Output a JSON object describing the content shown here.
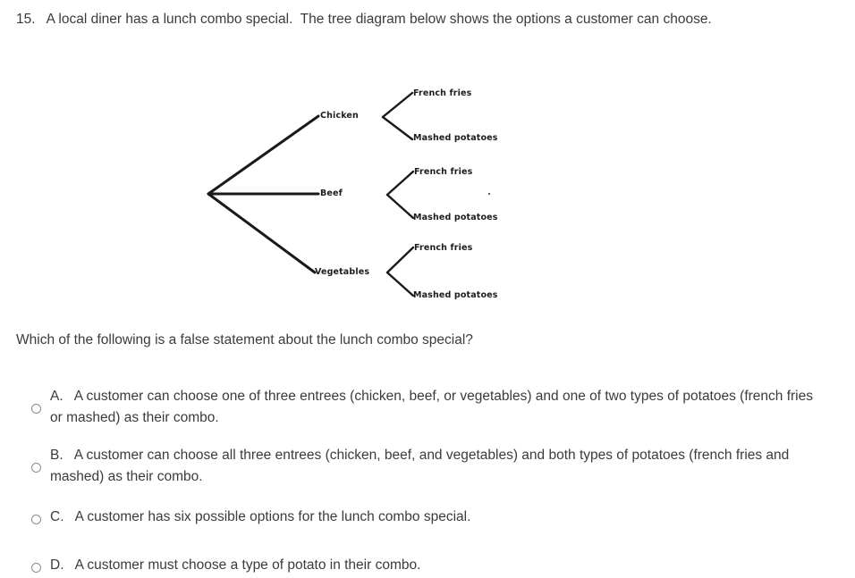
{
  "question": {
    "number": "15.",
    "stem": "15.   A local diner has a lunch combo special.  The tree diagram below shows the options a customer can choose.",
    "lead_in": "Which of the following is a false statement about the lunch combo special?"
  },
  "tree_diagram": {
    "type": "tree",
    "root_label": "",
    "entrees": [
      "Chicken",
      "Beef",
      "Vegetables"
    ],
    "sides": [
      "French fries",
      "Mashed potatoes"
    ],
    "branches": [
      {
        "entree": "Chicken",
        "sides": [
          "French fries",
          "Mashed potatoes"
        ]
      },
      {
        "entree": "Beef",
        "sides": [
          "French fries",
          "Mashed potatoes"
        ]
      },
      {
        "entree": "Vegetables",
        "sides": [
          "French fries",
          "Mashed potatoes"
        ]
      }
    ],
    "labels": {
      "chicken": "Chicken",
      "beef": "Beef",
      "vegetables": "Vegetables",
      "chicken_fries": "French fries",
      "chicken_mashed": "Mashed potatoes",
      "beef_fries": "French fries",
      "beef_mashed": "Mashed potatoes",
      "vegetables_fries": "French fries",
      "vegetables_mashed": "Mashed potatoes"
    },
    "line_color": "#1a1a1a",
    "total_outcomes": 6
  },
  "choices": [
    {
      "letter": "A.",
      "text": "A.   A customer can choose one of three entrees (chicken, beef, or vegetables) and one of two types of potatoes (french fries or mashed) as their combo.",
      "selected": false
    },
    {
      "letter": "B.",
      "text": "B.   A customer can choose all three entrees (chicken, beef, and vegetables) and both types of potatoes (french fries and mashed) as their combo.",
      "selected": false
    },
    {
      "letter": "C.",
      "text": "C.   A customer has six possible options for the lunch combo special.",
      "selected": false
    },
    {
      "letter": "D.",
      "text": "D.   A customer must choose a type of potato in their combo.",
      "selected": false
    }
  ],
  "colors": {
    "text": "#3b3b3b",
    "diagram_line": "#1a1a1a",
    "radio_border": "#8d8d8d",
    "background": "#ffffff"
  }
}
